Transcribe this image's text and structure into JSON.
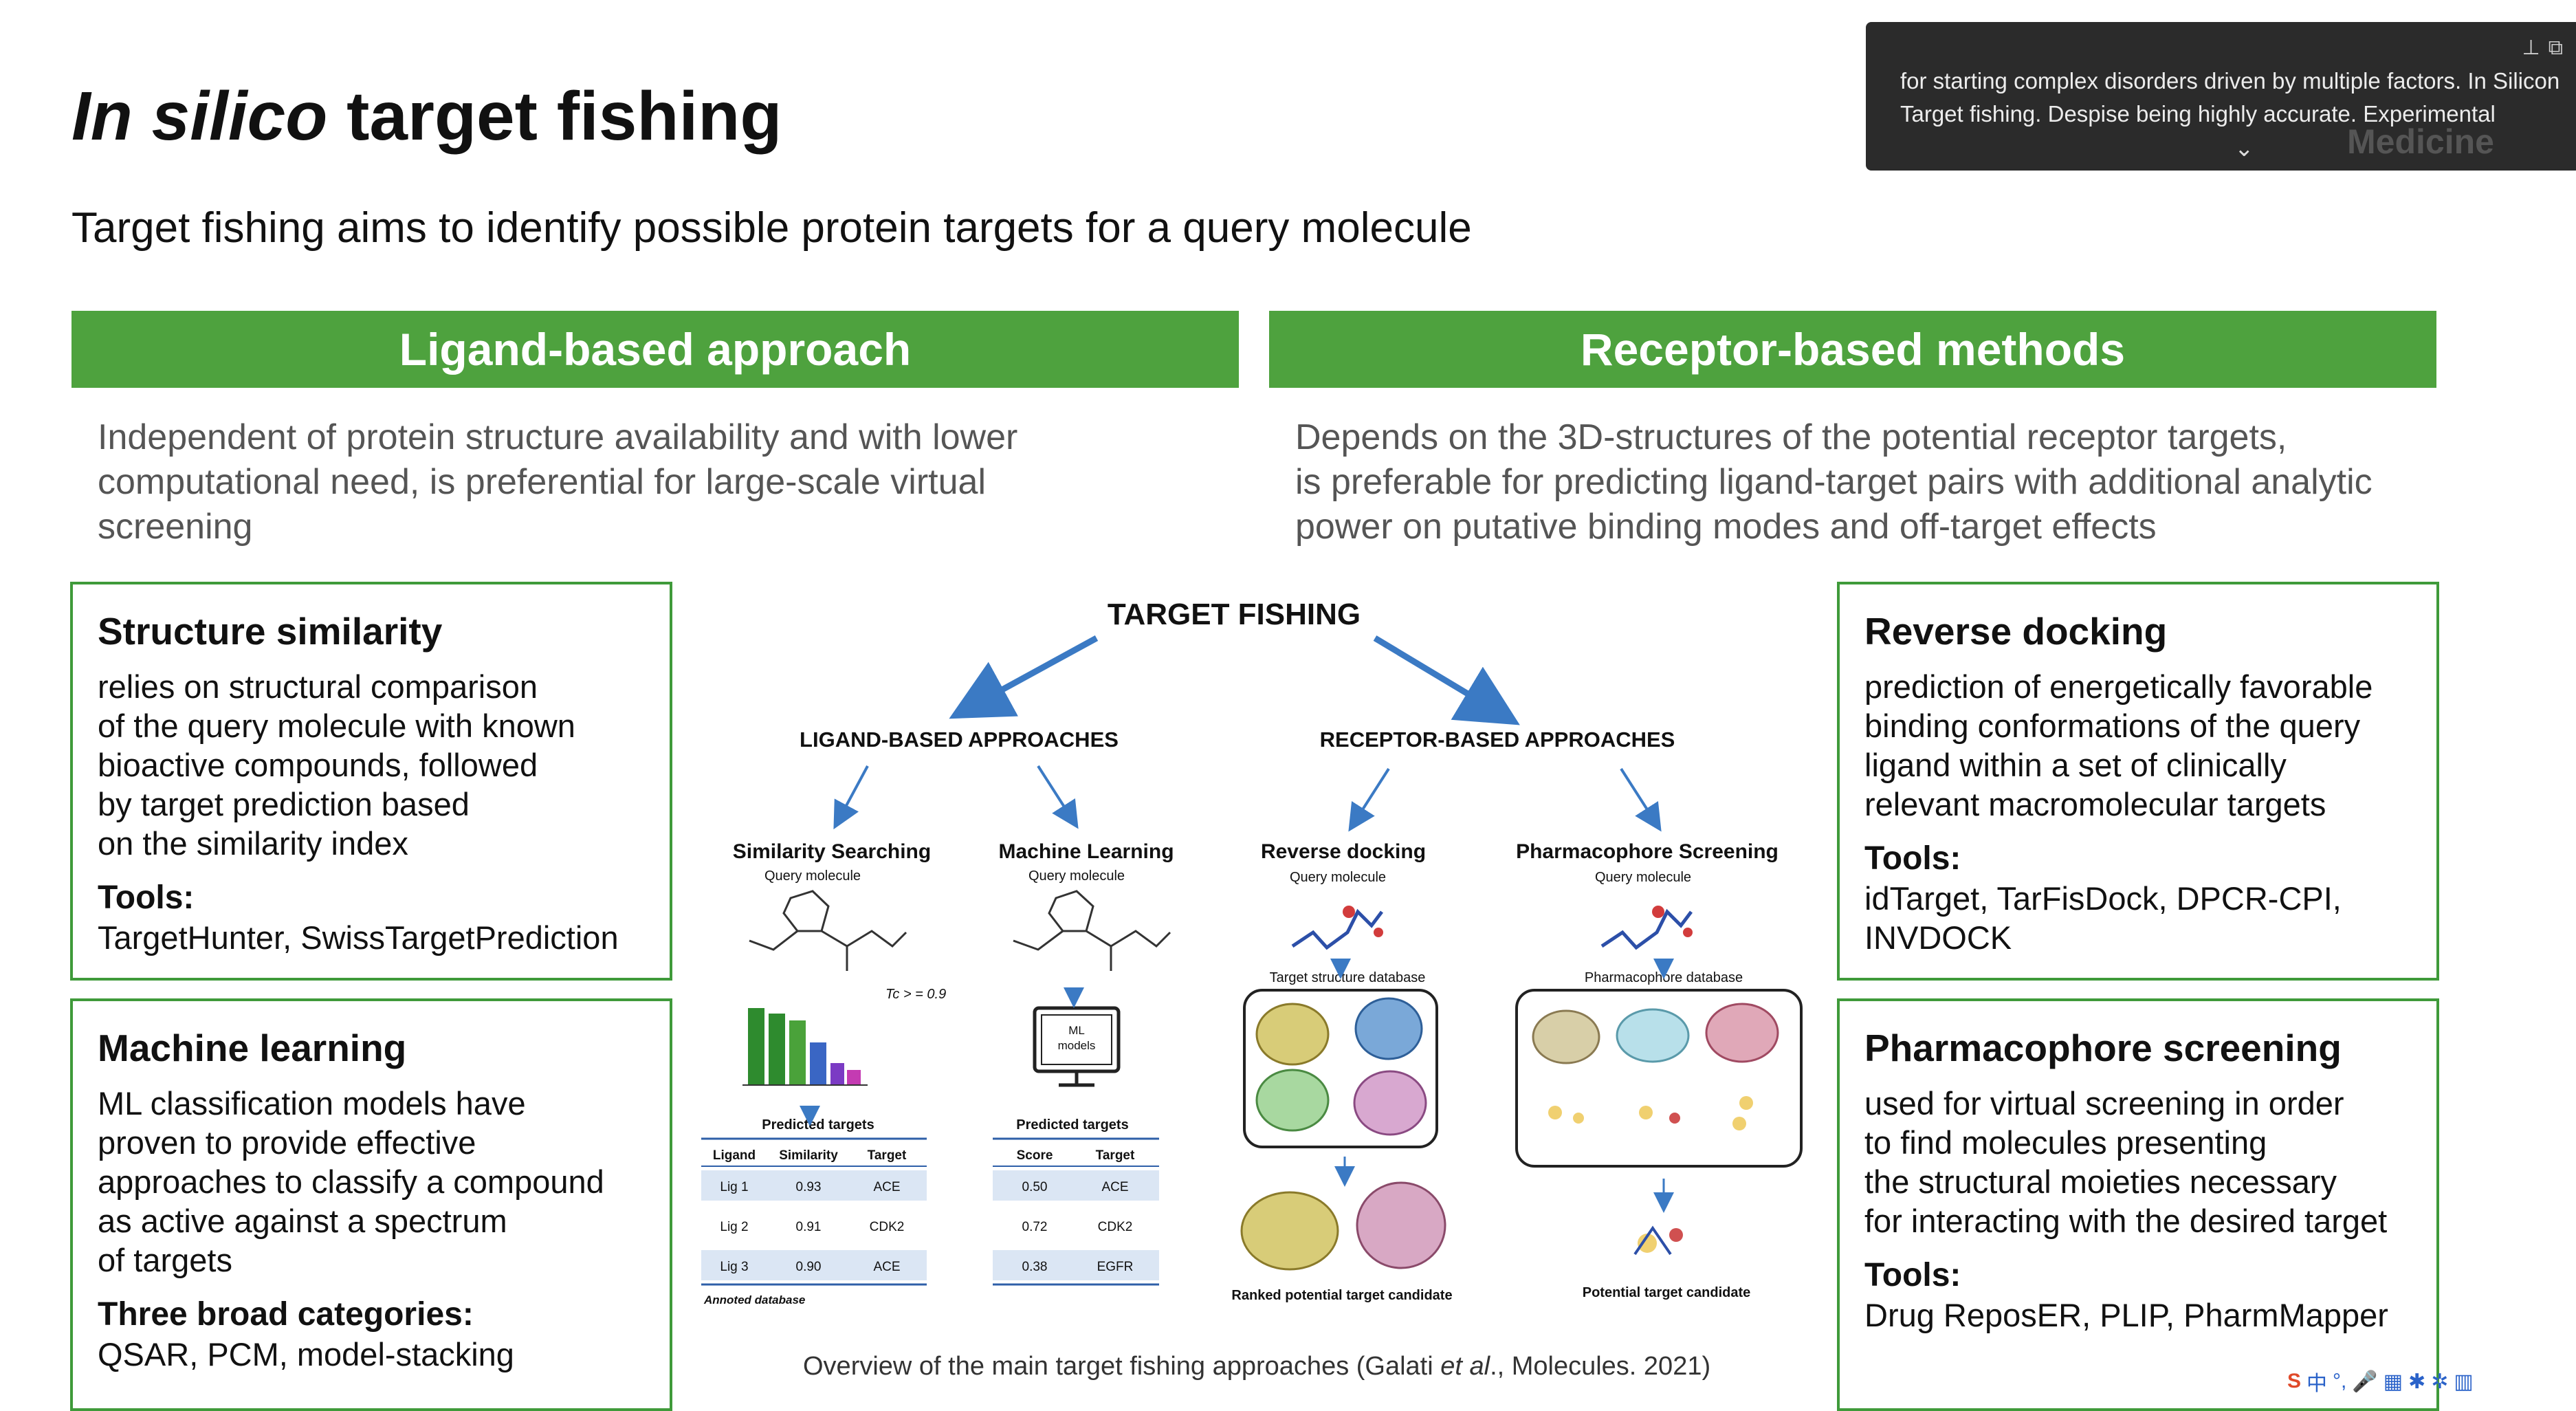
{
  "title": {
    "italic": "In silico",
    "rest": " target fishing"
  },
  "subtitle": "Target fishing aims to identify possible protein targets for a query molecule",
  "ligand": {
    "header": "Ligand-based approach",
    "desc": [
      "Independent of protein structure availability and with lower",
      "computational need, is preferential for large-scale virtual",
      "screening"
    ]
  },
  "receptor": {
    "header": "Receptor-based methods",
    "desc": [
      "Depends on the 3D-structures of the potential receptor targets,",
      "is preferable for predicting ligand-target pairs with additional analytic",
      "power on putative binding modes and off-target effects"
    ]
  },
  "boxes": {
    "structure": {
      "heading": "Structure similarity",
      "lines": [
        "relies on structural comparison",
        "of the query molecule with known",
        "bioactive compounds, followed",
        "by target prediction based",
        "on the similarity index"
      ],
      "tools_heading": "Tools:",
      "tools": [
        "TargetHunter, SwissTargetPrediction"
      ]
    },
    "ml": {
      "heading": "Machine learning",
      "lines": [
        "ML classification models have",
        "proven to provide effective",
        "approaches to classify a compound",
        "as active against a spectrum",
        "of targets"
      ],
      "tools_heading": "Three broad categories:",
      "tools": [
        "QSAR, PCM, model-stacking"
      ]
    },
    "docking": {
      "heading": "Reverse docking",
      "lines": [
        "prediction of energetically favorable",
        "binding conformations of the query",
        "ligand within a set of clinically",
        "relevant macromolecular targets"
      ],
      "tools_heading": "Tools:",
      "tools": [
        "idTarget, TarFisDock, DPCR-CPI,",
        "INVDOCK"
      ]
    },
    "pharma": {
      "heading": "Pharmacophore screening",
      "lines": [
        "used for virtual screening in order",
        "to find molecules presenting",
        "the structural moieties necessary",
        "for interacting with the desired target"
      ],
      "tools_heading": "Tools:",
      "tools": [
        "Drug ReposER, PLIP, PharmMapper"
      ]
    }
  },
  "figure": {
    "main": "TARGET FISHING",
    "ligand_label": "LIGAND-BASED APPROACHES",
    "receptor_label": "RECEPTOR-BASED APPROACHES",
    "sim_title": "Similarity Searching",
    "ml_title": "Machine Learning",
    "dock_title": "Reverse docking",
    "pharm_title": "Pharmacophore Screening",
    "query": "Query molecule",
    "tc": "Tc > = 0.9",
    "ml_box": [
      "ML",
      "models"
    ],
    "predicted": "Predicted targets",
    "target_db": "Target structure database",
    "pharm_db": "Pharmacophore database",
    "annoted": "Annoted database",
    "ranked": "Ranked potential target candidate",
    "potential": "Potential target candidate",
    "sim_table": {
      "headers": [
        "Ligand",
        "Similarity",
        "Target"
      ],
      "rows": [
        [
          "Lig 1",
          "0.93",
          "ACE"
        ],
        [
          "Lig 2",
          "0.91",
          "CDK2"
        ],
        [
          "Lig 3",
          "0.90",
          "ACE"
        ]
      ]
    },
    "ml_table": {
      "headers": [
        "Score",
        "Target"
      ],
      "rows": [
        [
          "0.50",
          "ACE"
        ],
        [
          "0.72",
          "CDK2"
        ],
        [
          "0.38",
          "EGFR"
        ]
      ]
    }
  },
  "caption": {
    "before": "Overview of the main target fishing approaches (Galati ",
    "italic": "et al",
    "after": "., Molecules. 2021)"
  },
  "overlay": {
    "lines": [
      "for starting complex disorders driven by multiple factors. In Silicon",
      "Target fishing. Despise being highly accurate. Experimental"
    ],
    "bg_word": "Medicine"
  },
  "colors": {
    "accent": "#4ea23e",
    "border": "#3f9a3a",
    "arrow": "#3b7ac4"
  }
}
